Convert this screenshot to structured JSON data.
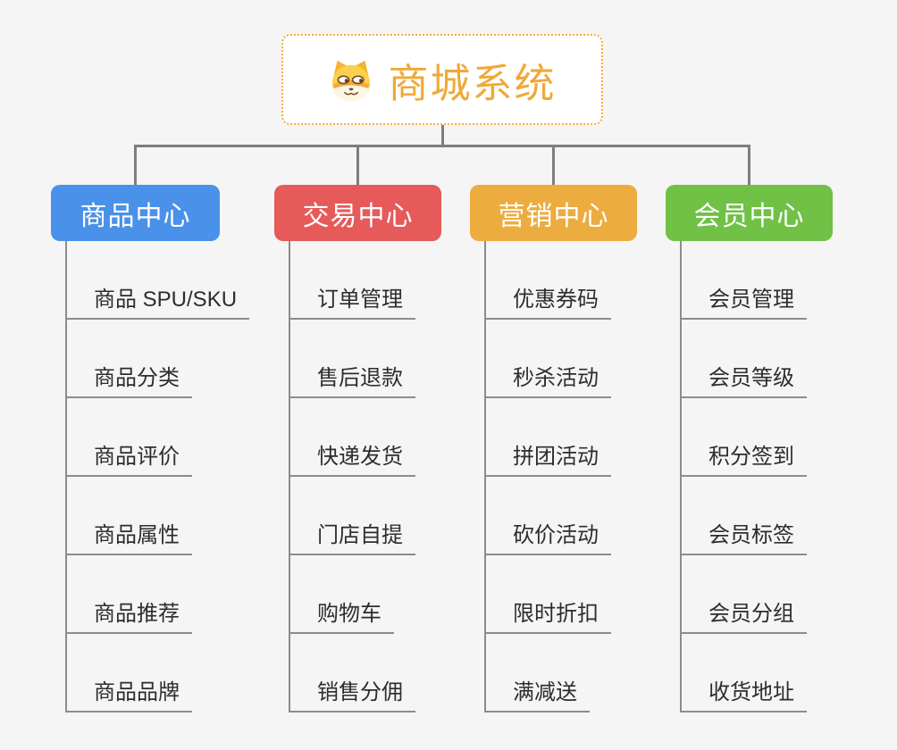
{
  "page": {
    "background_color": "#F5F5F5",
    "connector_color": "#7E7E7E",
    "child_line_color": "#8C8C8C"
  },
  "root": {
    "title": "商城系统",
    "icon": "dog-face-icon",
    "title_color": "#EFA937",
    "border_color": "#F6AA3C"
  },
  "branches": [
    {
      "label": "商品中心",
      "color": "#4A91E9",
      "children": [
        "商品 SPU/SKU",
        "商品分类",
        "商品评价",
        "商品属性",
        "商品推荐",
        "商品品牌"
      ]
    },
    {
      "label": "交易中心",
      "color": "#E65A5A",
      "children": [
        "订单管理",
        "售后退款",
        "快递发货",
        "门店自提",
        "购物车",
        "销售分佣"
      ]
    },
    {
      "label": "营销中心",
      "color": "#ECAC3F",
      "children": [
        "优惠券码",
        "秒杀活动",
        "拼团活动",
        "砍价活动",
        "限时折扣",
        "满减送"
      ]
    },
    {
      "label": "会员中心",
      "color": "#70C146",
      "children": [
        "会员管理",
        "会员等级",
        "积分签到",
        "会员标签",
        "会员分组",
        "收货地址"
      ]
    }
  ]
}
